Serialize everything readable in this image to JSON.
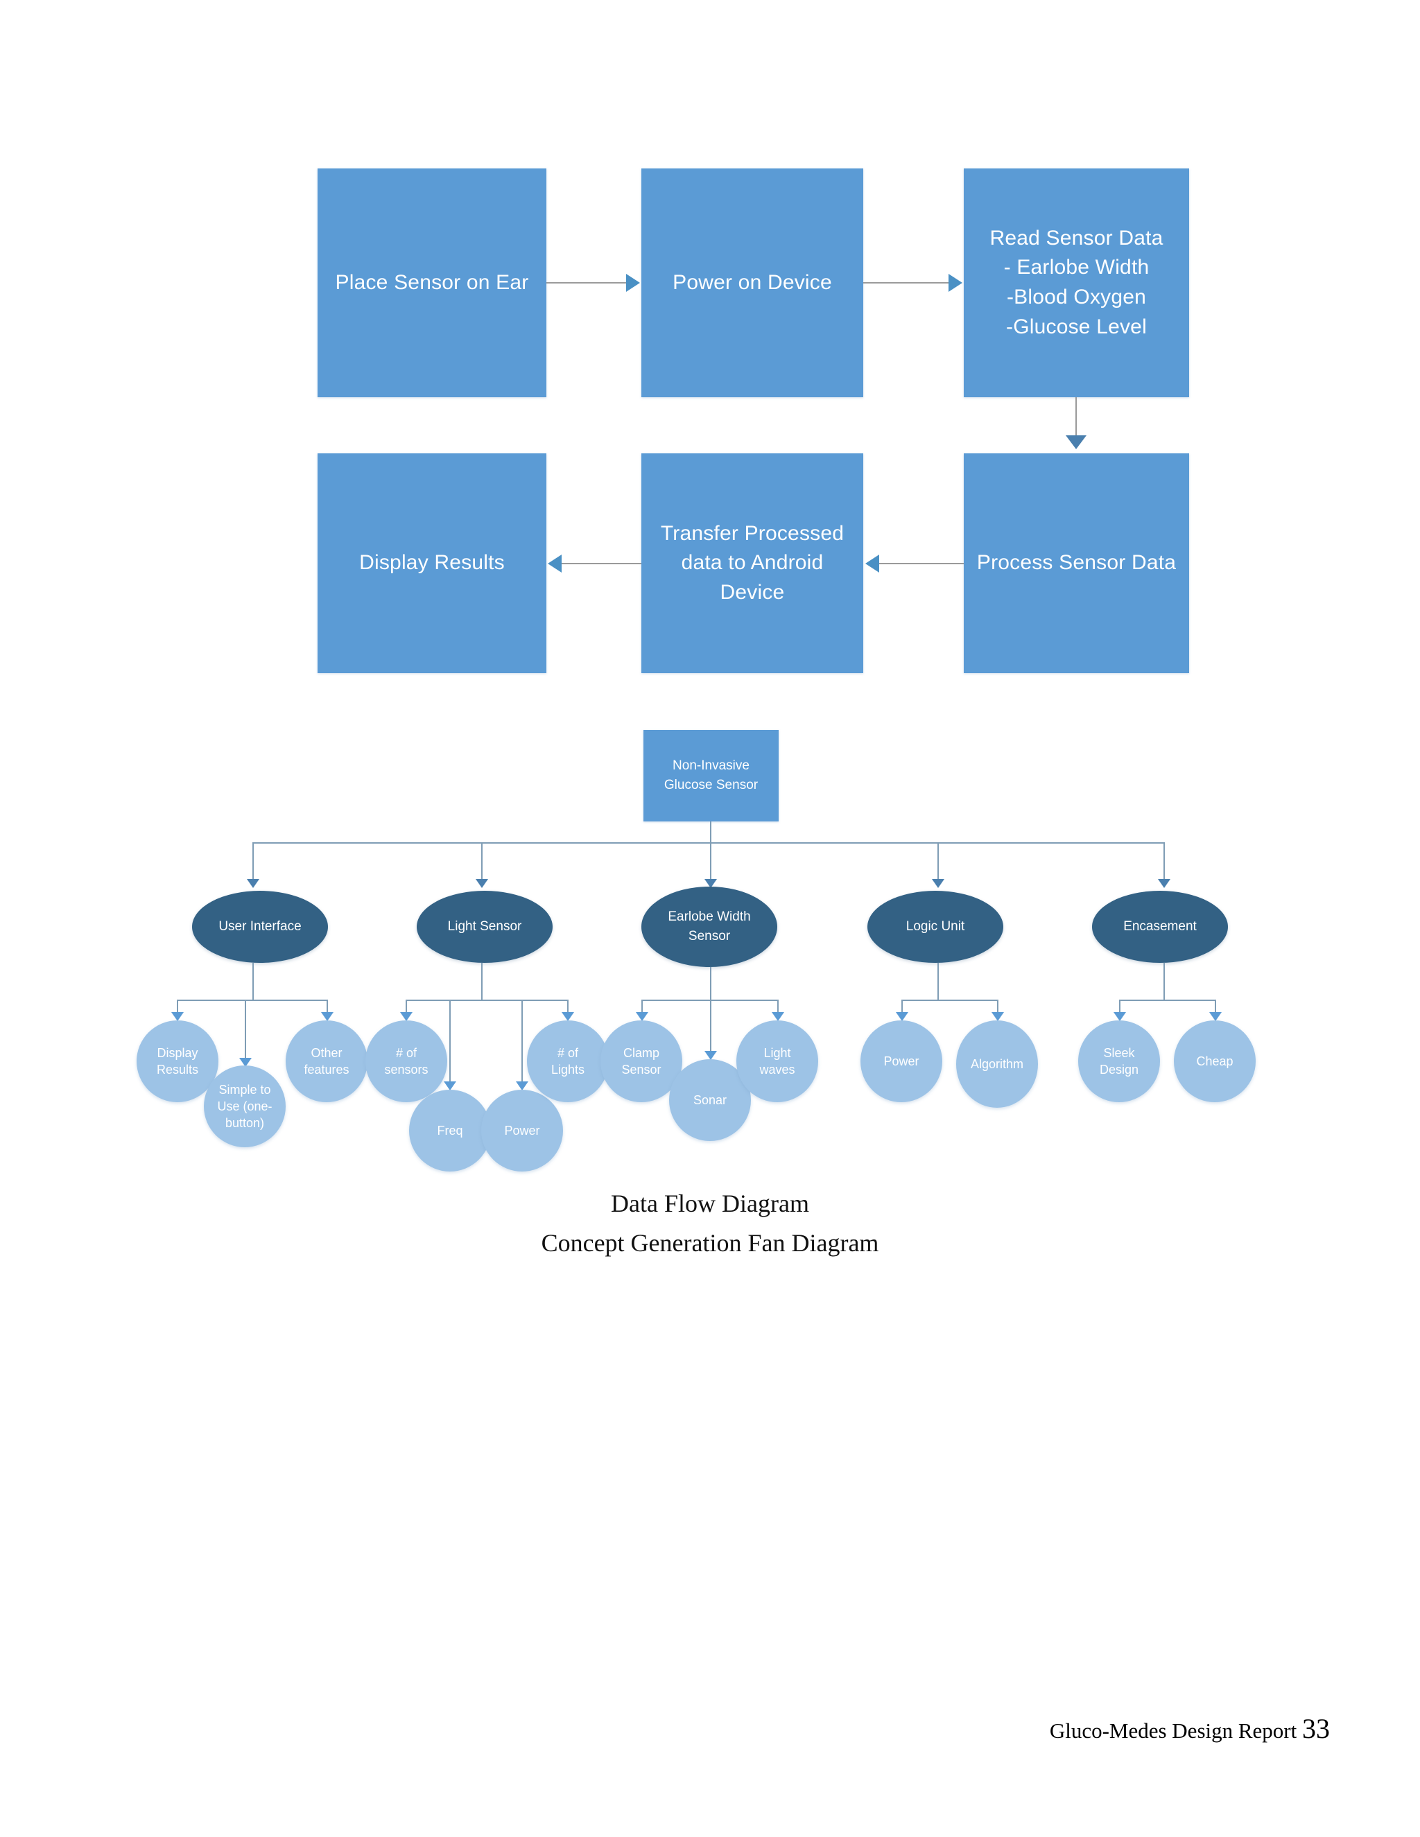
{
  "document": {
    "footer_text": "Gluco-Medes Design Report",
    "page_number": "33"
  },
  "captions": {
    "data_flow": "Data Flow Diagram",
    "fan": "Concept Generation Fan Diagram"
  },
  "colors": {
    "box_fill": "#5B9BD5",
    "ellipse_dark": "#336184",
    "ellipse_light": "#9DC3E6",
    "connector": "#9a9a9a",
    "fan_connector": "#7f9db5",
    "arrow": "#4a90c4",
    "text_on_fill": "#ffffff"
  },
  "data_flow_diagram": {
    "title": "Data Flow Diagram",
    "boxes": [
      {
        "id": "place-sensor",
        "label": "Place Sensor on Ear"
      },
      {
        "id": "power-on",
        "label": "Power on Device"
      },
      {
        "id": "read-sensor",
        "label": "Read Sensor Data\n- Earlobe Width\n-Blood Oxygen\n-Glucose Level"
      },
      {
        "id": "process-sensor",
        "label": "Process Sensor Data"
      },
      {
        "id": "transfer-data",
        "label": "Transfer Processed\ndata to Android\nDevice"
      },
      {
        "id": "display-results",
        "label": "Display Results"
      }
    ],
    "flow_order": [
      "Place Sensor on Ear",
      "Power on Device",
      "Read Sensor Data",
      "Process Sensor Data",
      "Transfer Processed data to Android Device",
      "Display Results"
    ]
  },
  "fan_diagram": {
    "title": "Concept Generation Fan Diagram",
    "root": {
      "label": "Non-Invasive\nGlucose Sensor"
    },
    "branches": [
      {
        "label": "User Interface",
        "children": [
          {
            "label": "Display\nResults"
          },
          {
            "label": "Simple to\nUse (one-\nbutton)"
          },
          {
            "label": "Other\nfeatures"
          }
        ]
      },
      {
        "label": "Light Sensor",
        "children": [
          {
            "label": "# of\nsensors"
          },
          {
            "label": "Freq"
          },
          {
            "label": "Power"
          },
          {
            "label": "# of\nLights"
          }
        ]
      },
      {
        "label": "Earlobe Width\nSensor",
        "children": [
          {
            "label": "Clamp\nSensor"
          },
          {
            "label": "Sonar"
          },
          {
            "label": "Light\nwaves"
          }
        ]
      },
      {
        "label": "Logic Unit",
        "children": [
          {
            "label": "Power"
          },
          {
            "label": "Algorithm"
          }
        ]
      },
      {
        "label": "Encasement",
        "children": [
          {
            "label": "Sleek\nDesign"
          },
          {
            "label": "Cheap"
          }
        ]
      }
    ]
  }
}
